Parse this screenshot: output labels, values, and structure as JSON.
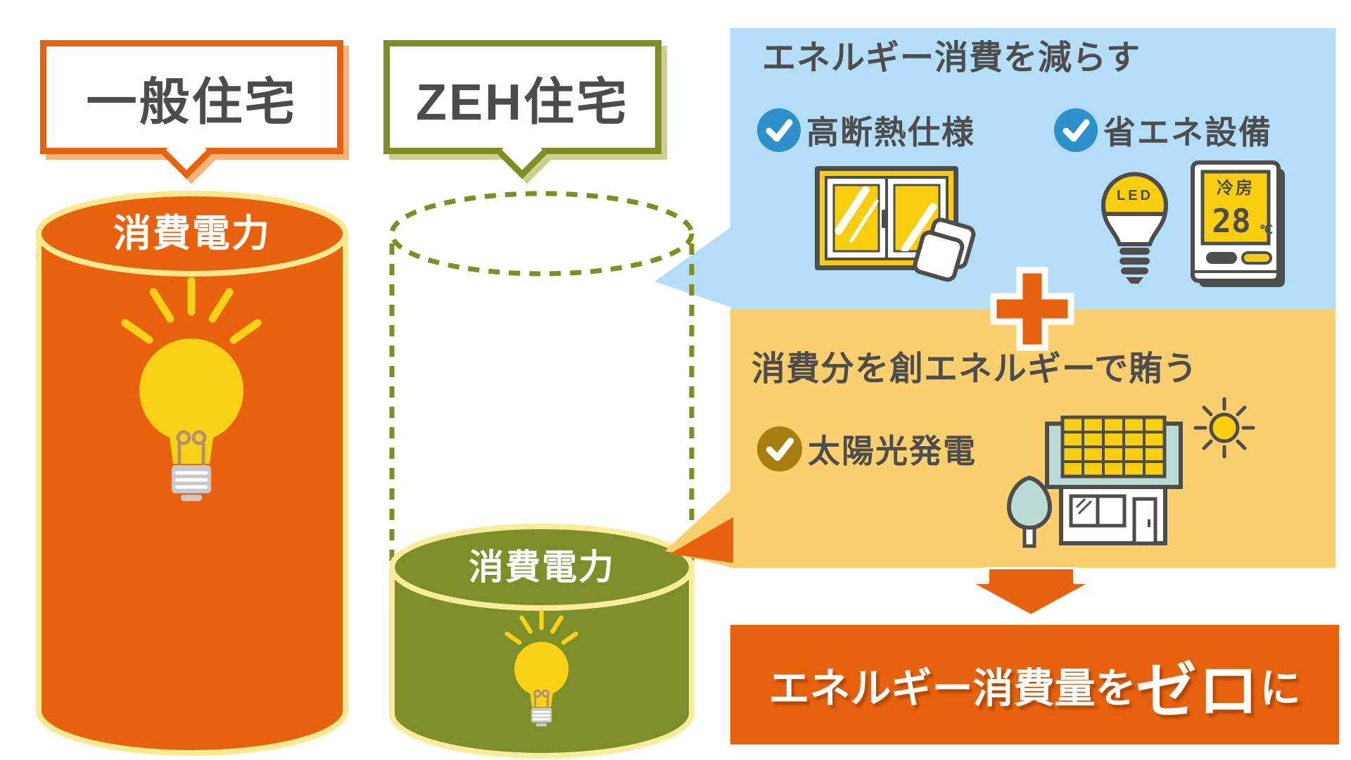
{
  "general_house": {
    "bubble_label": "一般住宅",
    "cylinder_label": "消費電力"
  },
  "zeh_house": {
    "bubble_label": "ZEH住宅",
    "cylinder_label": "消費電力"
  },
  "reduce_panel": {
    "title": "エネルギー消費を減らす",
    "checklist": [
      {
        "label": "高断熱仕様"
      },
      {
        "label": "省エネ設備"
      }
    ],
    "led_label": "LED",
    "thermostat": {
      "mode": "冷房",
      "temperature": "28",
      "unit": "℃"
    }
  },
  "create_panel": {
    "title": "消費分を創エネルギーで賄う",
    "checklist": [
      {
        "label": "太陽光発電"
      }
    ]
  },
  "result_banner": {
    "prefix": "エネルギー消費量を",
    "highlight": "ゼロ",
    "suffix": "に"
  },
  "colors": {
    "primary_orange": "#E8610D",
    "pale_yellow_stroke": "#FAE98E",
    "olive_green": "#7E8E28",
    "olive_border": "#7E8E21",
    "blue_panel": "#B4DDF8",
    "yellow_panel": "#FBCE6E",
    "check_blue": "#2C90CA",
    "check_gold": "#A87D10",
    "bulb_yellow": "#F9D215",
    "glass_yellow": "#F8CE0E",
    "teal": "#BCDAD4",
    "dark_gray": "#4D4D4D"
  }
}
